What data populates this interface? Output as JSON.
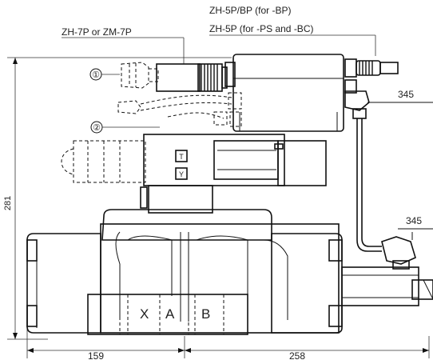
{
  "labels": {
    "connector_left": "ZH-7P or ZM-7P",
    "connector_right_line1": "ZH-5P/BP (for -BP)",
    "connector_right_line2": "ZH-5P (for -PS and -BC)",
    "callout_1": "①",
    "callout_2": "②",
    "port_t": "T",
    "port_y": "Y",
    "port_x": "X",
    "port_a": "A",
    "port_b": "B"
  },
  "dimensions": {
    "height_total": "281",
    "left_length": "159",
    "right_length": "258",
    "cable_upper": "345",
    "cable_lower": "345"
  }
}
